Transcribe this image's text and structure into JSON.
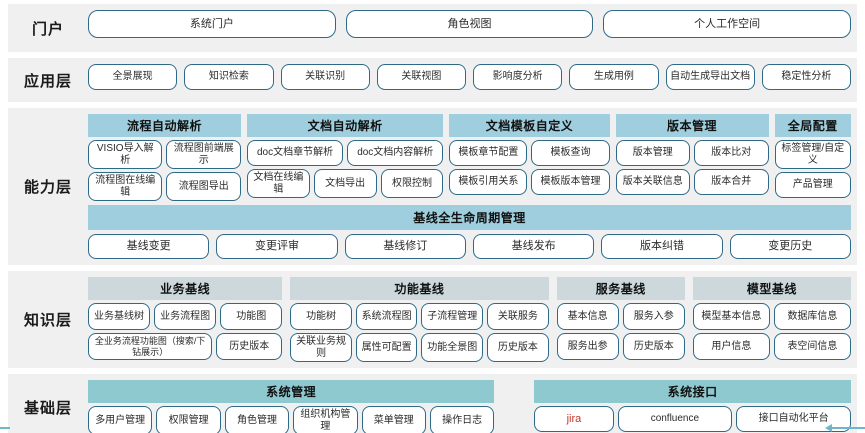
{
  "diagram": {
    "title": "系统分层架构图",
    "colors": {
      "row_bg": "#f0f0f0",
      "capability_header": "#9fcede",
      "knowledge_header": "#ccd8dc",
      "base_header": "#8ec9cf",
      "pill_border": "#2e6a87",
      "accent": "#6fb6cc"
    }
  },
  "layers": {
    "portal": {
      "label": "门户",
      "items": [
        "系统门户",
        "角色视图",
        "个人工作空间"
      ]
    },
    "application": {
      "label": "应用层",
      "items": [
        "全景展现",
        "知识检索",
        "关联识别",
        "关联视图",
        "影响度分析",
        "生成用例",
        "自动生成导出文档",
        "稳定性分析"
      ]
    },
    "capability": {
      "label": "能力层",
      "groups": [
        {
          "header": "流程自动解析",
          "flex": 148,
          "row1": [
            "VISIO导入解析",
            "流程图前端展示"
          ],
          "row2": [
            "流程图在线编辑",
            "流程图导出"
          ]
        },
        {
          "header": "文档自动解析",
          "flex": 190,
          "row1": [
            "doc文档章节解析",
            "doc文档内容解析"
          ],
          "row2": [
            "文档在线编辑",
            "文档导出",
            "权限控制"
          ]
        },
        {
          "header": "文档模板自定义",
          "flex": 155,
          "row1": [
            "模板章节配置",
            "模板查询"
          ],
          "row2": [
            "模板引用关系",
            "模板版本管理"
          ]
        },
        {
          "header": "版本管理",
          "flex": 148,
          "row1": [
            "版本管理",
            "版本比对"
          ],
          "row2": [
            "版本关联信息",
            "版本合并"
          ]
        },
        {
          "header": "全局配置",
          "flex": 74,
          "row1": [
            "标签管理/自定义"
          ],
          "row2": [
            "产品管理"
          ]
        }
      ],
      "lifecycle": {
        "header": "基线全生命周期管理",
        "items": [
          "基线变更",
          "变更评审",
          "基线修订",
          "基线发布",
          "版本纠错",
          "变更历史"
        ]
      }
    },
    "knowledge": {
      "label": "知识层",
      "groups": [
        {
          "header": "业务基线",
          "flex": 194,
          "row1": [
            "业务基线树",
            "业务流程图",
            "功能图"
          ],
          "row2": [
            "全业务流程功能图（搜索/下钻展示）",
            "历史版本"
          ]
        },
        {
          "header": "功能基线",
          "flex": 258,
          "row1": [
            "功能树",
            "系统流程图",
            "子流程管理",
            "关联服务"
          ],
          "row2": [
            "关联业务规则",
            "属性可配置",
            "功能全景图",
            "历史版本"
          ]
        },
        {
          "header": "服务基线",
          "flex": 128,
          "row1": [
            "基本信息",
            "服务入参"
          ],
          "row2": [
            "服务出参",
            "历史版本"
          ]
        },
        {
          "header": "模型基线",
          "flex": 158,
          "row1": [
            "模型基本信息",
            "数据库信息"
          ],
          "row2": [
            "用户信息",
            "表空间信息"
          ]
        }
      ]
    },
    "base": {
      "label": "基础层",
      "groups": [
        {
          "header": "系统管理",
          "flex": 385,
          "items": [
            "多用户管理",
            "权限管理",
            "角色管理",
            "组织机构管理",
            "菜单管理",
            "操作日志"
          ]
        },
        {
          "header": "系统接口",
          "flex": 300,
          "items": [
            "jira",
            "confluence",
            "接口自动化平台"
          ]
        }
      ]
    }
  }
}
